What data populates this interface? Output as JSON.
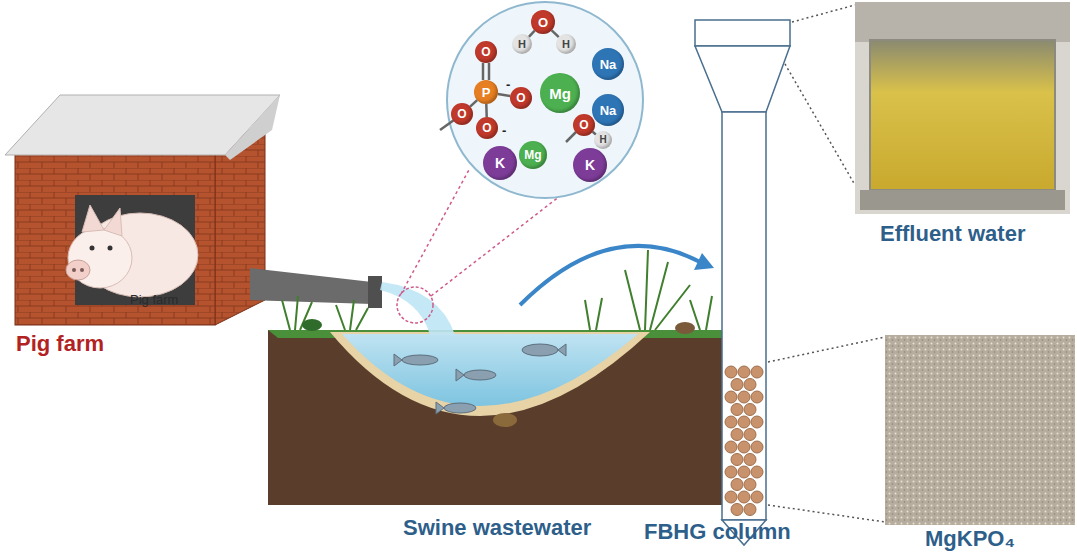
{
  "diagram": {
    "nodes": [
      {
        "text": [
          "O"
        ]
      },
      {
        "text": [
          "H"
        ]
      },
      {
        "text": [
          "H"
        ]
      },
      {
        "text": [
          "O"
        ]
      },
      {
        "text": [
          "Na"
        ]
      },
      {
        "text": [
          "P"
        ]
      },
      {
        "text": [
          "Mg"
        ]
      },
      {
        "text": [
          "O"
        ]
      },
      {
        "text": [
          "O"
        ]
      },
      {
        "text": [
          "Na"
        ]
      },
      {
        "text": [
          "O"
        ]
      },
      {
        "text": [
          "H"
        ]
      },
      {
        "text": [
          "O"
        ]
      },
      {
        "text": [
          "K"
        ]
      },
      {
        "text": [
          "Mg"
        ]
      },
      {
        "text": [
          "K"
        ]
      }
    ],
    "edges": [
      {
        "from": 0,
        "to": 1,
        "arrow": "none"
      },
      {
        "from": 0,
        "to": 2,
        "arrow": "none"
      },
      {
        "from": 5,
        "to": 3,
        "arrow": "none"
      },
      {
        "from": 5,
        "to": 7,
        "arrow": "none"
      },
      {
        "from": 5,
        "to": 8,
        "arrow": "none"
      },
      {
        "from": 5,
        "to": 12,
        "arrow": "none"
      },
      {
        "from": 10,
        "to": 11,
        "arrow": "none"
      }
    ],
    "labels": [
      "Pig farm",
      "Pig farm",
      "Swine wastewater",
      "FBHG column",
      "MgKPO₄",
      "Effluent water",
      "-",
      "-"
    ]
  }
}
